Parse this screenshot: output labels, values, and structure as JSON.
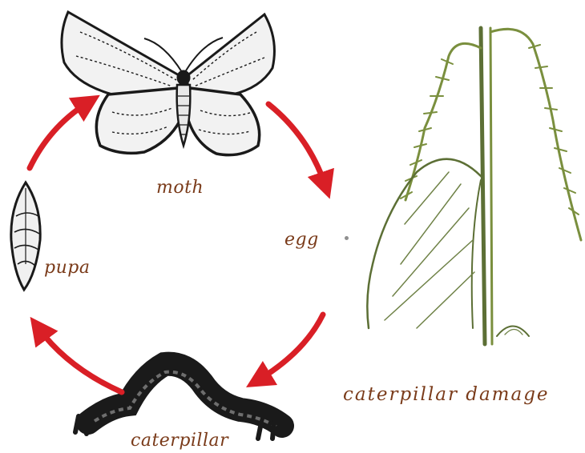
{
  "labels": {
    "moth": "moth",
    "egg": "egg",
    "pupa": "pupa",
    "caterpillar": "caterpillar",
    "damage": "caterpillar damage"
  },
  "colors": {
    "arrow": "#d91f26",
    "label": "#7a3b1a",
    "foliage": "#7a8f3e",
    "stem": "#5c6f35",
    "ink": "#1a1a1a"
  },
  "icons": [
    "moth-illustration",
    "pupa-illustration",
    "caterpillar-illustration",
    "plant-damage-illustration",
    "cycle-arrow"
  ]
}
